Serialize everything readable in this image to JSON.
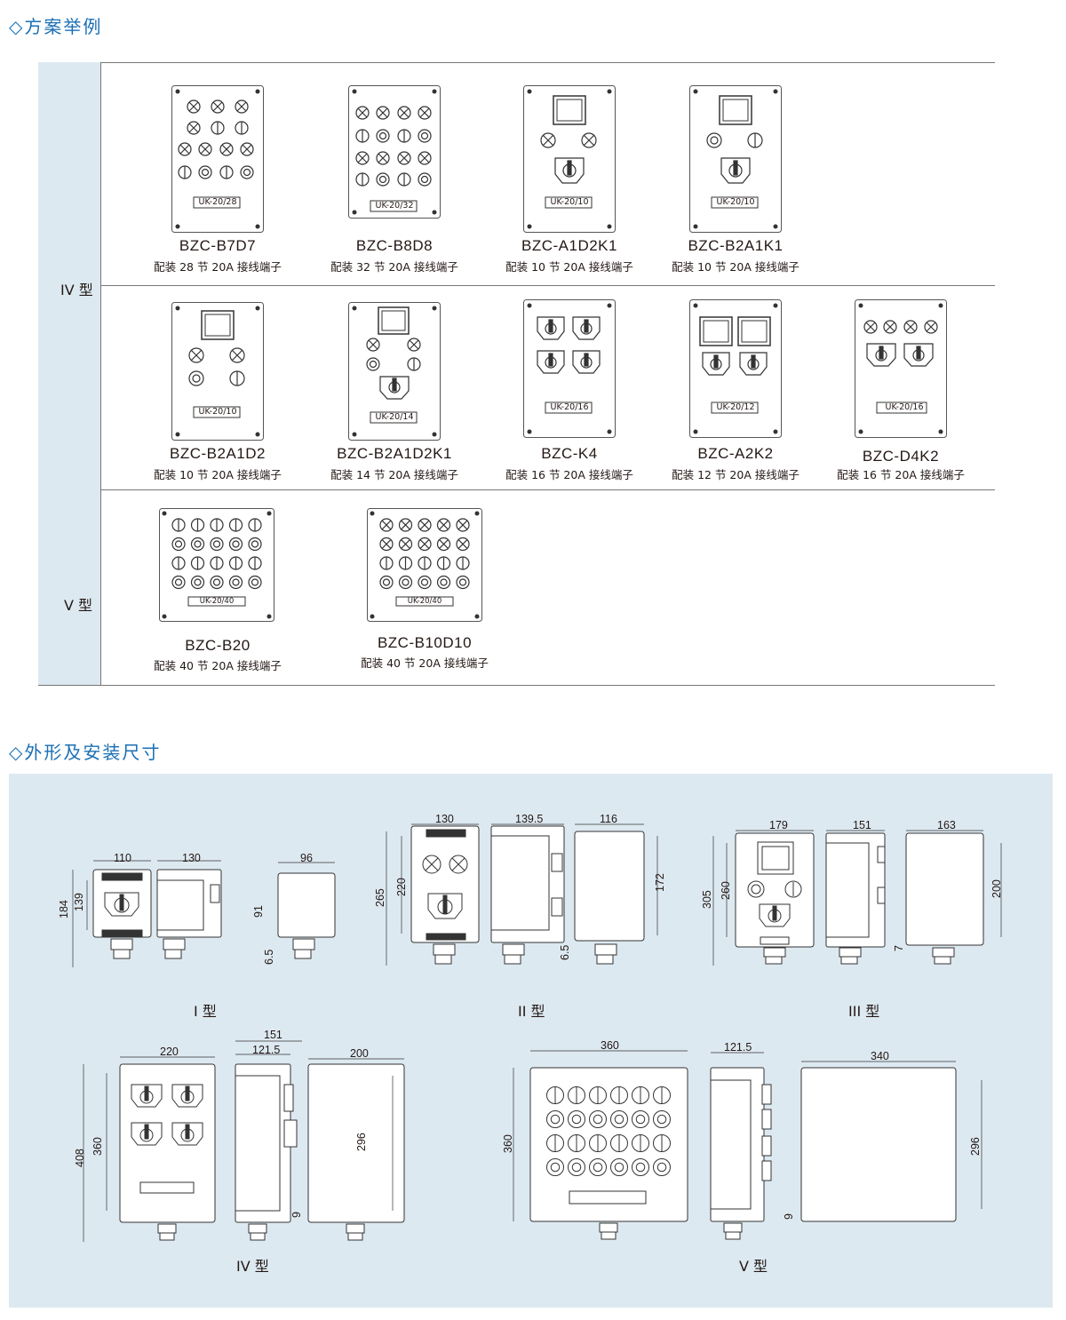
{
  "sections": {
    "examples_title": "◇方案举例",
    "dimensions_title": "◇外形及安装尺寸"
  },
  "row_labels": {
    "iv": "IV 型",
    "v": "V 型"
  },
  "models": [
    {
      "name": "BZC-B7D7",
      "desc": "配装 28 节 20A 接线端子",
      "terminal": "UK-20/28"
    },
    {
      "name": "BZC-B8D8",
      "desc": "配装 32 节 20A 接线端子",
      "terminal": "UK-20/32"
    },
    {
      "name": "BZC-A1D2K1",
      "desc": "配装 10 节 20A 接线端子",
      "terminal": "UK-20/10"
    },
    {
      "name": "BZC-B2A1K1",
      "desc": "配装 10 节 20A 接线端子",
      "terminal": "UK-20/10"
    },
    {
      "name": "BZC-B2A1D2",
      "desc": "配装 10 节 20A 接线端子",
      "terminal": "UK-20/10"
    },
    {
      "name": "BZC-B2A1D2K1",
      "desc": "配装 14 节 20A 接线端子",
      "terminal": "UK-20/14"
    },
    {
      "name": "BZC-K4",
      "desc": "配装 16 节 20A 接线端子",
      "terminal": "UK-20/16"
    },
    {
      "name": "BZC-A2K2",
      "desc": "配装 12 节 20A 接线端子",
      "terminal": "UK-20/12"
    },
    {
      "name": "BZC-D4K2",
      "desc": "配装 16 节 20A 接线端子",
      "terminal": "UK-20/16"
    },
    {
      "name": "BZC-B20",
      "desc": "配装 40 节 20A 接线端子",
      "terminal": "UK-20/40"
    },
    {
      "name": "BZC-B10D10",
      "desc": "配装 40 节 20A 接线端子",
      "terminal": "UK-20/40"
    }
  ],
  "diagram_types": {
    "t1": "I 型",
    "t2": "II 型",
    "t3": "III 型",
    "t4": "IV 型",
    "t5": "V 型"
  },
  "dimensions": {
    "t1": [
      "110",
      "130",
      "96",
      "184",
      "139",
      "91",
      "6.5"
    ],
    "t2": [
      "130",
      "139.5",
      "116",
      "265",
      "220",
      "172",
      "6.5"
    ],
    "t3": [
      "179",
      "151",
      "163",
      "305",
      "260",
      "200",
      "7"
    ],
    "t4": [
      "220",
      "151",
      "121.5",
      "200",
      "408",
      "360",
      "296",
      "9"
    ],
    "t5": [
      "360",
      "121.5",
      "340",
      "360",
      "296",
      "9"
    ]
  },
  "icons": [
    "indicator-lamp-x",
    "button-bar",
    "button-ring",
    "meter-window",
    "selector-switch"
  ],
  "colors": {
    "title_blue": "#1a6fb5",
    "diagram_bg": "#dde9f1"
  }
}
